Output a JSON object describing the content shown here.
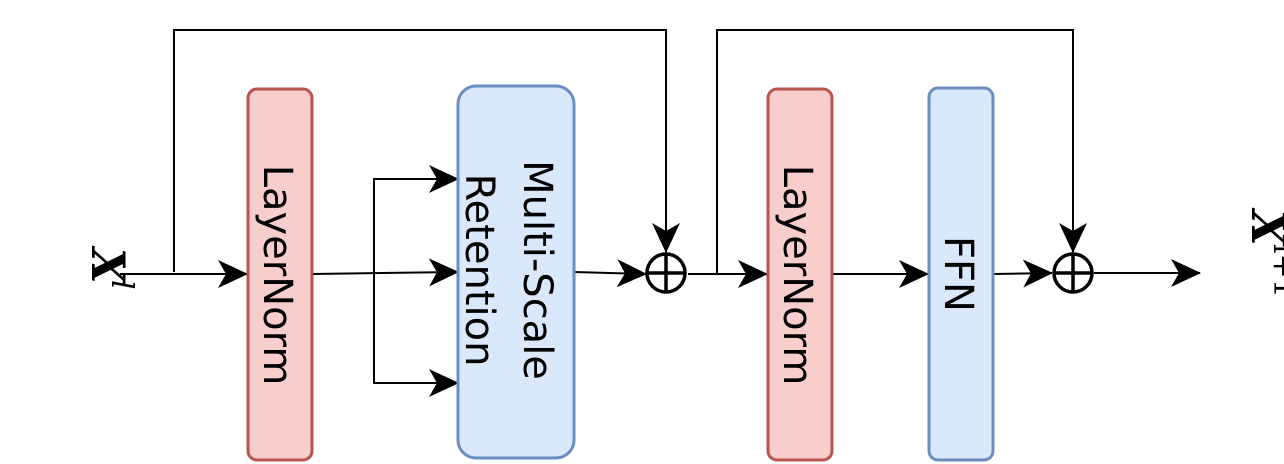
{
  "diagram": {
    "title": "Retention network block",
    "input_label": {
      "base": "X",
      "superscript": "l"
    },
    "output_label": {
      "base": "X",
      "superscript": "l+1"
    },
    "blocks": [
      {
        "id": "layernorm-1",
        "label": "LayerNorm",
        "kind": "norm"
      },
      {
        "id": "msr",
        "label_lines": [
          "Multi-Scale",
          "Retention"
        ],
        "kind": "mixer"
      },
      {
        "id": "layernorm-2",
        "label": "LayerNorm",
        "kind": "norm"
      },
      {
        "id": "ffn",
        "label": "FFN",
        "kind": "mixer"
      }
    ],
    "add_symbols": [
      "residual-add-1",
      "residual-add-2"
    ],
    "colors": {
      "norm_fill": "#f8cecc",
      "norm_stroke": "#b85450",
      "mixer_fill": "#dae8fc",
      "mixer_stroke": "#6c8ebf",
      "line": "#000000"
    }
  }
}
